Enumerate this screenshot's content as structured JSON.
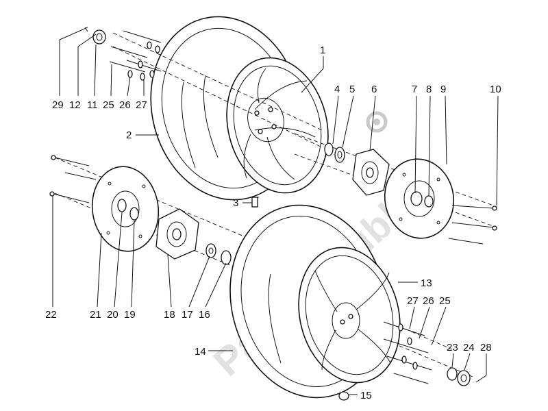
{
  "watermark": "PartsRepublik",
  "callouts": [
    {
      "id": "29",
      "label": "29"
    },
    {
      "id": "12",
      "label": "12"
    },
    {
      "id": "11",
      "label": "11"
    },
    {
      "id": "25a",
      "label": "25"
    },
    {
      "id": "26a",
      "label": "26"
    },
    {
      "id": "27a",
      "label": "27"
    },
    {
      "id": "1",
      "label": "1"
    },
    {
      "id": "2",
      "label": "2"
    },
    {
      "id": "3",
      "label": "3"
    },
    {
      "id": "4",
      "label": "4"
    },
    {
      "id": "5",
      "label": "5"
    },
    {
      "id": "6",
      "label": "6"
    },
    {
      "id": "7",
      "label": "7"
    },
    {
      "id": "8",
      "label": "8"
    },
    {
      "id": "9",
      "label": "9"
    },
    {
      "id": "10",
      "label": "10"
    },
    {
      "id": "22",
      "label": "22"
    },
    {
      "id": "21",
      "label": "21"
    },
    {
      "id": "20",
      "label": "20"
    },
    {
      "id": "19",
      "label": "19"
    },
    {
      "id": "18",
      "label": "18"
    },
    {
      "id": "17",
      "label": "17"
    },
    {
      "id": "16",
      "label": "16"
    },
    {
      "id": "13",
      "label": "13"
    },
    {
      "id": "27b",
      "label": "27"
    },
    {
      "id": "26b",
      "label": "26"
    },
    {
      "id": "25b",
      "label": "25"
    },
    {
      "id": "14",
      "label": "14"
    },
    {
      "id": "23",
      "label": "23"
    },
    {
      "id": "24",
      "label": "24"
    },
    {
      "id": "28",
      "label": "28"
    },
    {
      "id": "15",
      "label": "15"
    }
  ]
}
